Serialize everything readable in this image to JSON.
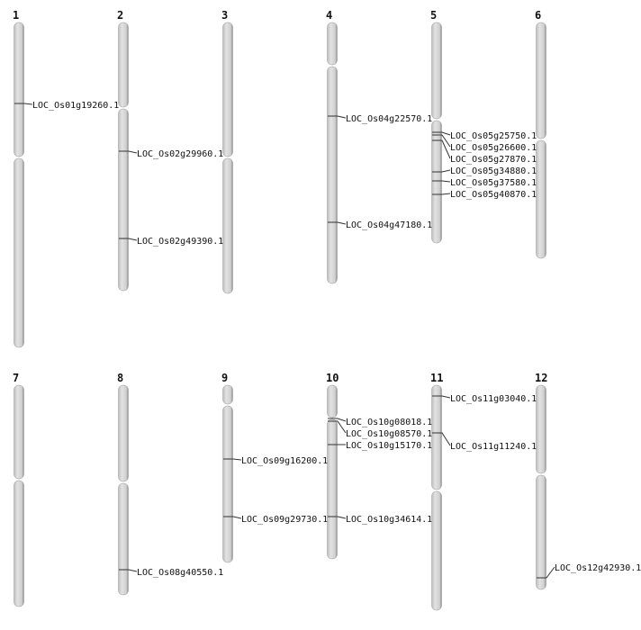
{
  "chromosomes": [
    {
      "label": "1",
      "genes": [
        "LOC_Os01g19260.1"
      ]
    },
    {
      "label": "2",
      "genes": [
        "LOC_Os02g29960.1",
        "LOC_Os02g49390.1"
      ]
    },
    {
      "label": "3",
      "genes": []
    },
    {
      "label": "4",
      "genes": [
        "LOC_Os04g22570.1",
        "LOC_Os04g47180.1"
      ]
    },
    {
      "label": "5",
      "genes": [
        "LOC_Os05g25750.1",
        "LOC_Os05g26600.1",
        "LOC_Os05g27870.1",
        "LOC_Os05g34880.1",
        "LOC_Os05g37580.1",
        "LOC_Os05g40870.1"
      ]
    },
    {
      "label": "6",
      "genes": []
    },
    {
      "label": "7",
      "genes": []
    },
    {
      "label": "8",
      "genes": [
        "LOC_Os08g40550.1"
      ]
    },
    {
      "label": "9",
      "genes": [
        "LOC_Os09g16200.1",
        "LOC_Os09g29730.1"
      ]
    },
    {
      "label": "10",
      "genes": [
        "LOC_Os10g08018.1",
        "LOC_Os10g08570.1",
        "LOC_Os10g15170.1",
        "LOC_Os10g34614.1"
      ]
    },
    {
      "label": "11",
      "genes": [
        "LOC_Os11g03040.1",
        "LOC_Os11g11240.1"
      ]
    },
    {
      "label": "12",
      "genes": [
        "LOC_Os12g42930.1"
      ]
    }
  ],
  "colors": {
    "chromosome": "#d4d4d4",
    "edge": "#555555",
    "marker": "#333333"
  }
}
